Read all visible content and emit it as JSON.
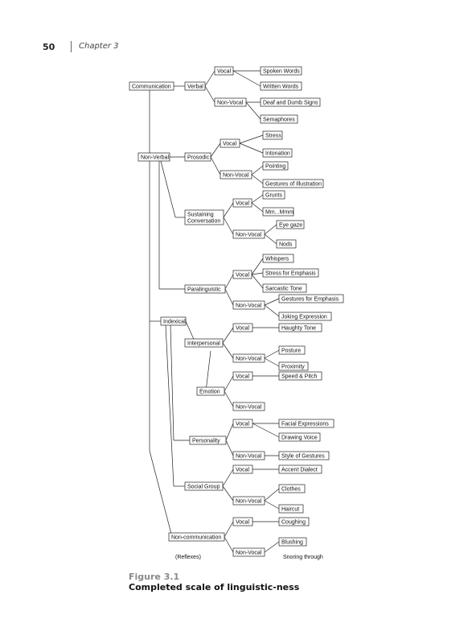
{
  "header": {
    "page_number": "50",
    "chapter": "Chapter 3"
  },
  "nodes": {
    "communication": "Communication",
    "verbal": "Verbal",
    "verbal_vocal": "Vocal",
    "spoken_words": "Spoken Words",
    "written_words": "Written Words",
    "verbal_nonvocal": "Non-Vocal",
    "deaf_dumb_signs": "Deaf and Dumb Signs",
    "semaphores": "Semaphores",
    "non_verbal": "Non-Verbal",
    "prosodic": "Prosodic",
    "prosodic_vocal": "Vocal",
    "stress": "Stress",
    "intonation": "Intonation",
    "prosodic_nonvocal": "Non-Vocal",
    "pointing": "Pointing",
    "gestures_illustration": "Gestures of Illustration",
    "sustaining_1": "Sustaining",
    "sustaining_2": "Conversation",
    "sustaining_vocal": "Vocal",
    "grunts": "Grunts",
    "mm_mmm": "Mm...Mmm",
    "sustaining_nonvocal": "Non-Vocal",
    "eye_gaze": "Eye gaze",
    "nods": "Nods",
    "paralinguistic": "Paralinguistic",
    "para_vocal": "Vocal",
    "whispers": "Whispers",
    "stress_emphasis": "Stress for Emphasis",
    "sarcastic_tone": "Sarcastic Tone",
    "para_nonvocal": "Non-Vocal",
    "gestures_emphasis": "Gestures for Emphasis",
    "joking_expression": "Joking Expression",
    "indexical": "Indexical",
    "interpersonal": "Interpersonal",
    "inter_vocal": "Vocal",
    "haughty_tone": "Haughty Tone",
    "inter_nonvocal": "Non-Vocal",
    "posture": "Posture",
    "proximity": "Proximity",
    "emotion": "Emotion",
    "emotion_vocal": "Vocal",
    "speed_pitch": "Speed & Pitch",
    "emotion_nonvocal": "Non-Vocal",
    "personality": "Personality",
    "pers_vocal": "Vocal",
    "facial_expressions": "Facial Expressions",
    "drawing_voice": "Drawing Voice",
    "pers_nonvocal": "Non-Vocal",
    "style_gestures": "Style of Gestures",
    "social_group": "Social Group",
    "social_vocal": "Vocal",
    "accent_dialect": "Accent Dialect",
    "social_nonvocal": "Non-Vocal",
    "clothes": "Clothes",
    "haircut": "Haircut",
    "non_communication": "Non-communication",
    "noncomm_vocal": "Vocal",
    "coughing": "Coughing",
    "noncomm_nonvocal": "Non-Vocal",
    "blushing": "Blushing"
  },
  "notes": {
    "reflexes": "(Reflexes)",
    "snoring": "Snoring through"
  },
  "figure": {
    "label": "Figure 3.1",
    "caption": "Completed scale of linguistic-ness"
  }
}
